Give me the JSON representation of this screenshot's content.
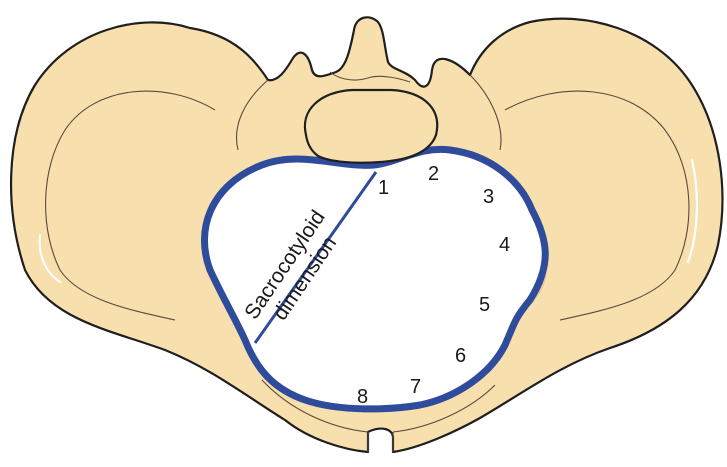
{
  "diagram": {
    "dimension_label_line1": "Sacrocotyloid",
    "dimension_label_line2": "dimension",
    "points": [
      "1",
      "2",
      "3",
      "4",
      "5",
      "6",
      "7",
      "8"
    ],
    "colors": {
      "bone_fill": "#f7dfae",
      "outline": "#1f1f1f",
      "inlet_stroke": "#2f4b9b",
      "inlet_fill": "#ffffff"
    }
  }
}
